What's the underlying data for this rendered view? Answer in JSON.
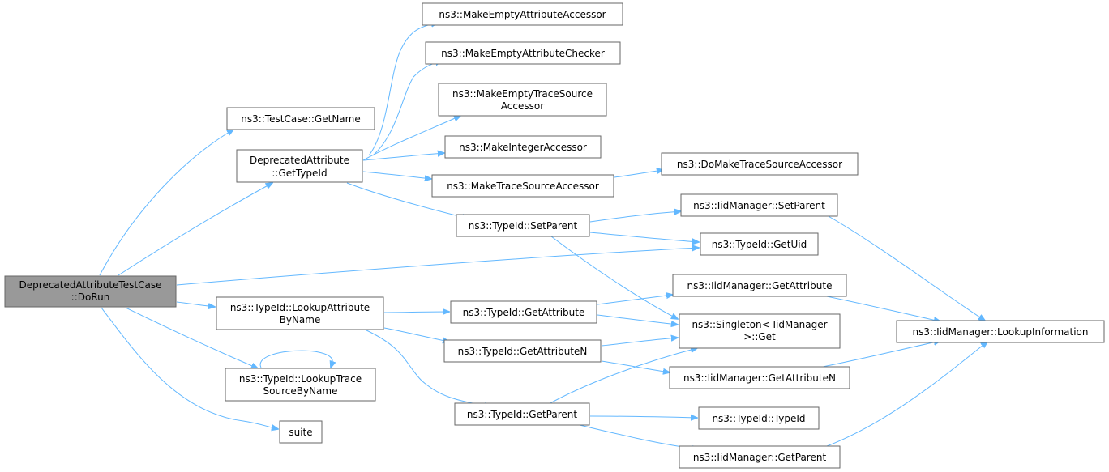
{
  "nodes": {
    "root": [
      "DeprecatedAttributeTestCase",
      "::DoRun"
    ],
    "testcase_getname": [
      "ns3::TestCase::GetName"
    ],
    "getTypeId": [
      "DeprecatedAttribute",
      "::GetTypeId"
    ],
    "lookupAttr": [
      "ns3::TypeId::LookupAttribute",
      "ByName"
    ],
    "lookupTrace": [
      "ns3::TypeId::LookupTrace",
      "SourceByName"
    ],
    "suite": [
      "suite"
    ],
    "makeEmptyAttrAccessor": [
      "ns3::MakeEmptyAttributeAccessor"
    ],
    "makeEmptyAttrChecker": [
      "ns3::MakeEmptyAttributeChecker"
    ],
    "makeEmptyTraceSrc": [
      "ns3::MakeEmptyTraceSource",
      "Accessor"
    ],
    "makeIntegerAccessor": [
      "ns3::MakeIntegerAccessor"
    ],
    "makeTraceSrcAccessor": [
      "ns3::MakeTraceSourceAccessor"
    ],
    "setParent": [
      "ns3::TypeId::SetParent"
    ],
    "getAttribute": [
      "ns3::TypeId::GetAttribute"
    ],
    "getAttributeN": [
      "ns3::TypeId::GetAttributeN"
    ],
    "getParent": [
      "ns3::TypeId::GetParent"
    ],
    "doMakeTraceSrc": [
      "ns3::DoMakeTraceSourceAccessor"
    ],
    "iidSetParent": [
      "ns3::IidManager::SetParent"
    ],
    "getUid": [
      "ns3::TypeId::GetUid"
    ],
    "iidGetAttribute": [
      "ns3::IidManager::GetAttribute"
    ],
    "singletonGet": [
      "ns3::Singleton< IidManager",
      ">::Get"
    ],
    "iidGetAttributeN": [
      "ns3::IidManager::GetAttributeN"
    ],
    "typeIdCtor": [
      "ns3::TypeId::TypeId"
    ],
    "iidGetParent": [
      "ns3::IidManager::GetParent"
    ],
    "lookupInfo": [
      "ns3::IidManager::LookupInformation"
    ]
  },
  "colors": {
    "edge": "#63b8ff",
    "node_border": "#666666",
    "root_fill": "#999999",
    "node_fill": "#ffffff"
  }
}
